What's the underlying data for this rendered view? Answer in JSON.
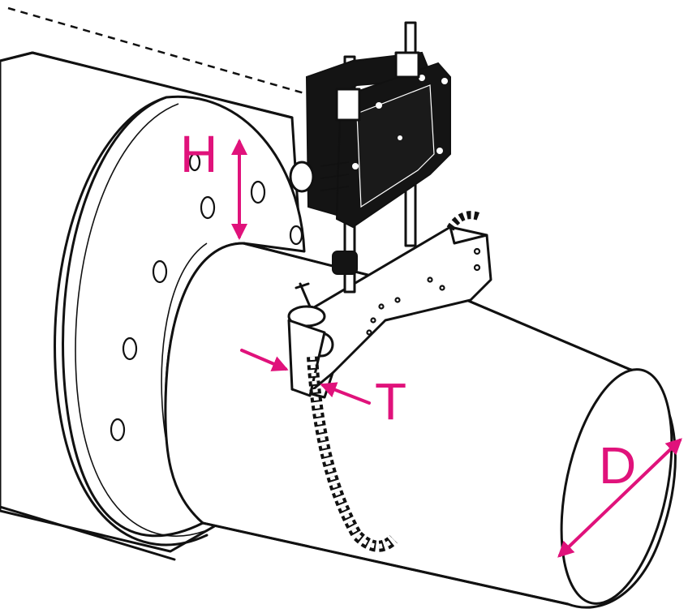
{
  "labels": {
    "height": "H",
    "thickness": "T",
    "diameter": "D"
  },
  "colors": {
    "dimension": "#e0127b",
    "ink": "#111111",
    "background": "#ffffff"
  },
  "icons": {
    "sensor": "ultrasonic-transducer-icon",
    "chain": "mounting-chain-icon"
  }
}
